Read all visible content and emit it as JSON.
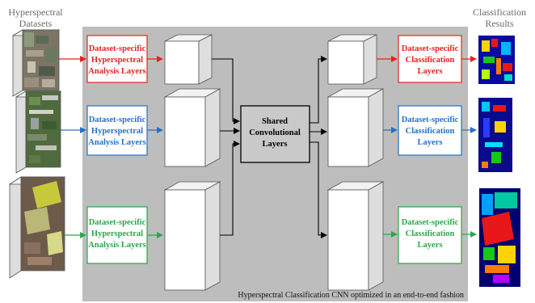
{
  "left_header": {
    "line1": "Hyperspectral",
    "line2": "Datasets"
  },
  "right_header": {
    "line1": "Classification",
    "line2": "Results"
  },
  "shared_block": {
    "line1": "Shared",
    "line2": "Convolutional",
    "line3": "Layers"
  },
  "analysis_boxes": [
    {
      "line1": "Dataset-specific",
      "line2": "Hyperspectral",
      "line3": "Analysis Layers",
      "color": "#e8231e"
    },
    {
      "line1": "Dataset-specific",
      "line2": "Hyperspectral",
      "line3": "Analysis Layers",
      "color": "#2472c8"
    },
    {
      "line1": "Dataset-specific",
      "line2": "Hyperspectral",
      "line3": "Analysis Layers",
      "color": "#2aa84a"
    }
  ],
  "classification_boxes": [
    {
      "line1": "Dataset-specific",
      "line2": "Classification",
      "line3": "Layers",
      "color": "#e8231e"
    },
    {
      "line1": "Dataset-specific",
      "line2": "Classification",
      "line3": "Layers",
      "color": "#2472c8"
    },
    {
      "line1": "Dataset-specific",
      "line2": "Classification",
      "line3": "Layers",
      "color": "#2aa84a"
    }
  ],
  "caption": "Hyperspectral Classification CNN optimized in an end-to-end fashion",
  "colors": {
    "panel": "#bdbdbd",
    "cube_front": "#ffffff",
    "cube_side": "#dedede",
    "cube_top": "#f2f2f2",
    "shared_fill": "#c9c9c9",
    "header_text": "#6b6b6b"
  }
}
